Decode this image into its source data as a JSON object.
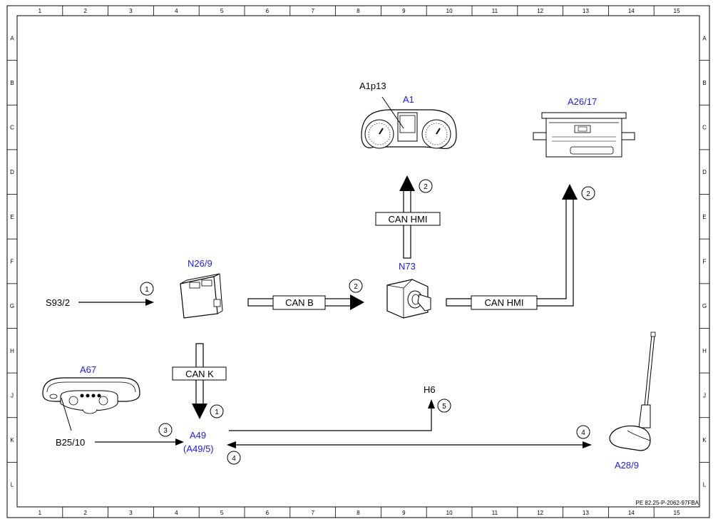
{
  "frame": {
    "columns": [
      "1",
      "2",
      "3",
      "4",
      "5",
      "6",
      "7",
      "8",
      "9",
      "10",
      "11",
      "12",
      "13",
      "14",
      "15"
    ],
    "rows": [
      "A",
      "B",
      "C",
      "D",
      "E",
      "F",
      "G",
      "H",
      "J",
      "K",
      "L"
    ],
    "reference": "PE 82.25-P-2062-97FBA"
  },
  "components": {
    "a1p13": "A1p13",
    "a1": "A1",
    "a26_17": "A26/17",
    "n26_9": "N26/9",
    "n73": "N73",
    "a67": "A67",
    "s93_2": "S93/2",
    "b25_10": "B25/10",
    "a49": "A49",
    "a49_alt": "(A49/5)",
    "h6": "H6",
    "a28_9": "A28/9"
  },
  "buses": {
    "can_b": "CAN B",
    "can_hmi_vertical": "CAN HMI",
    "can_hmi_horizontal": "CAN HMI",
    "can_k": "CAN K"
  },
  "callouts": {
    "s93_to_n26": "1",
    "can_b": "2",
    "to_a1": "2",
    "to_a26": "2",
    "can_k": "1",
    "b25": "3",
    "h6": "5",
    "to_a28": "4",
    "from_a28": "4"
  },
  "colors": {
    "component_label": "#1a1aff",
    "line": "#000000",
    "background": "#ffffff"
  }
}
